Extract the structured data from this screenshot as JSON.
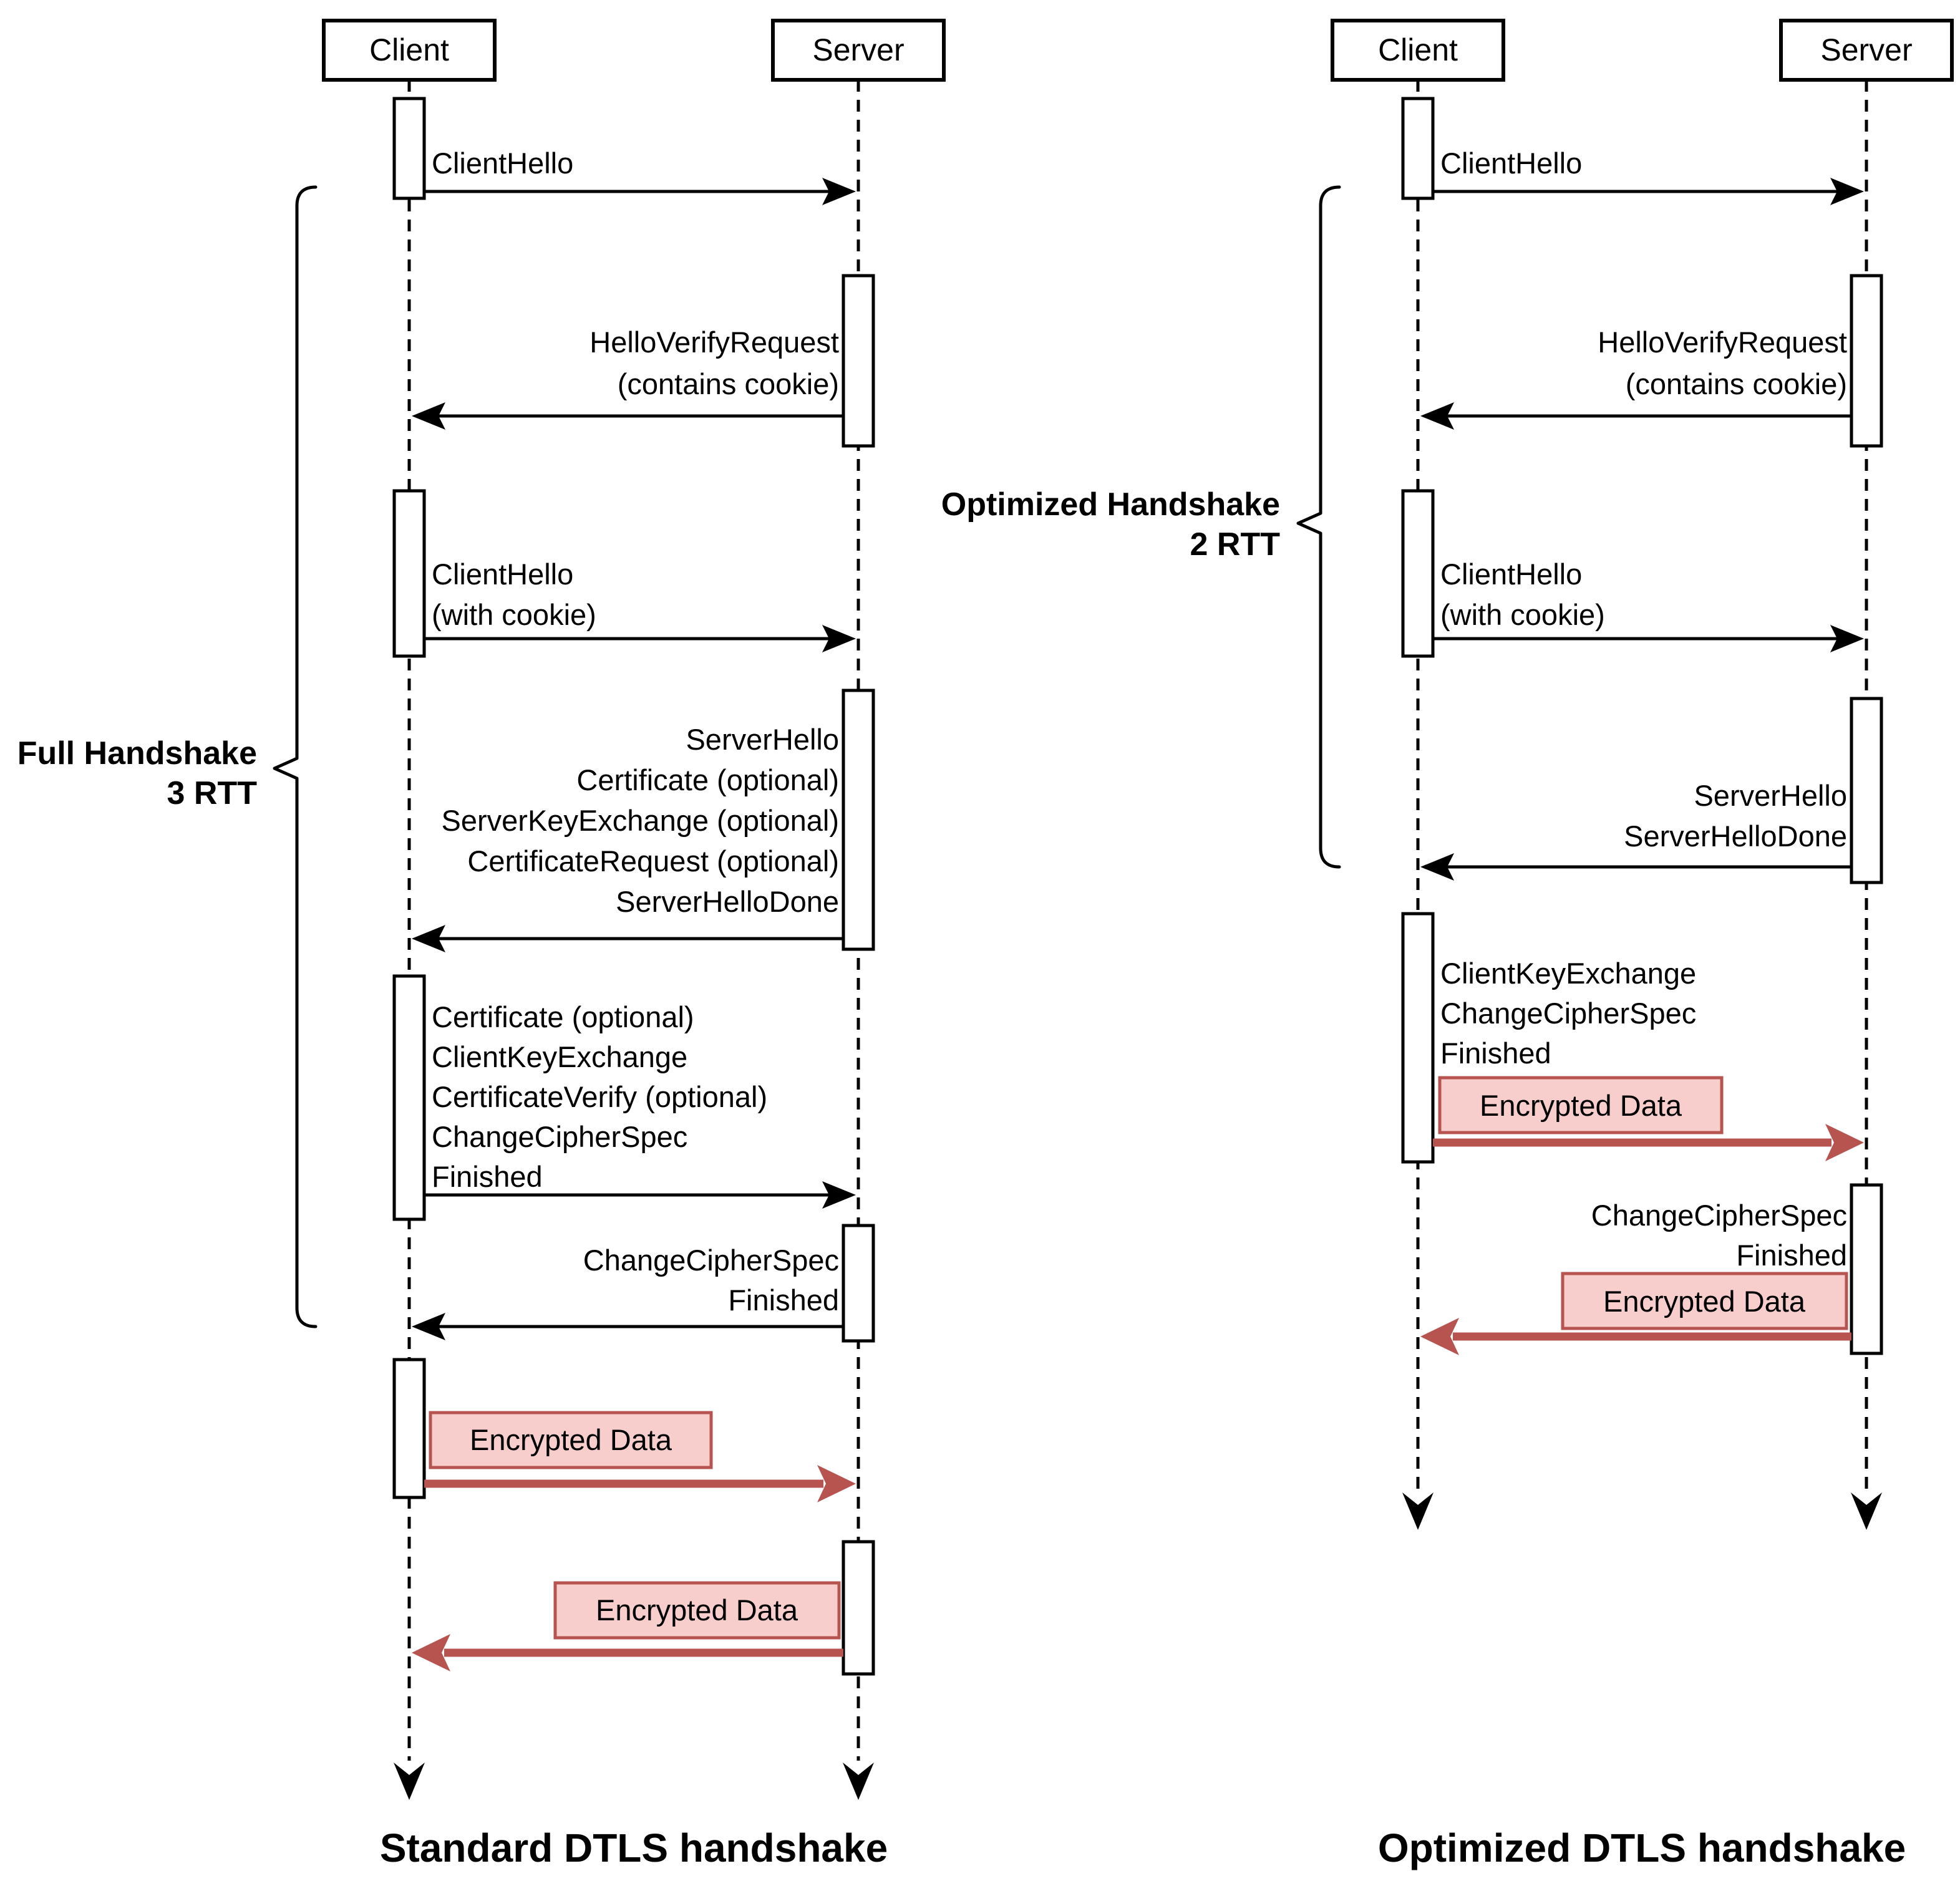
{
  "colors": {
    "red": "#b85450",
    "pink": "#f8cecc",
    "black": "#000000"
  },
  "left": {
    "caption": "Standard DTLS handshake",
    "bracket_label": [
      "Full Handshake",
      "3 RTT"
    ],
    "actors": {
      "client": "Client",
      "server": "Server"
    },
    "messages": {
      "client_hello": "ClientHello",
      "hello_verify": [
        "HelloVerifyRequest",
        "(contains cookie)"
      ],
      "client_hello_cookie": [
        "ClientHello",
        "(with cookie)"
      ],
      "server_flight": [
        "ServerHello",
        "Certificate (optional)",
        "ServerKeyExchange (optional)",
        "CertificateRequest (optional)",
        "ServerHelloDone"
      ],
      "client_flight": [
        "Certificate (optional)",
        "ClientKeyExchange",
        "CertificateVerify (optional)",
        "ChangeCipherSpec",
        "Finished"
      ],
      "server_finish": [
        "ChangeCipherSpec",
        "Finished"
      ],
      "encrypted_to_server": "Encrypted Data",
      "encrypted_to_client": "Encrypted Data"
    }
  },
  "right": {
    "caption": "Optimized DTLS handshake",
    "bracket_label": [
      "Optimized Handshake",
      "2 RTT"
    ],
    "actors": {
      "client": "Client",
      "server": "Server"
    },
    "messages": {
      "client_hello": "ClientHello",
      "hello_verify": [
        "HelloVerifyRequest",
        "(contains cookie)"
      ],
      "client_hello_cookie": [
        "ClientHello",
        "(with cookie)"
      ],
      "server_flight": [
        "ServerHello",
        "ServerHelloDone"
      ],
      "client_flight": [
        "ClientKeyExchange",
        "ChangeCipherSpec",
        "Finished"
      ],
      "server_finish": [
        "ChangeCipherSpec",
        "Finished"
      ],
      "encrypted_to_server": "Encrypted Data",
      "encrypted_to_client": "Encrypted Data"
    }
  }
}
